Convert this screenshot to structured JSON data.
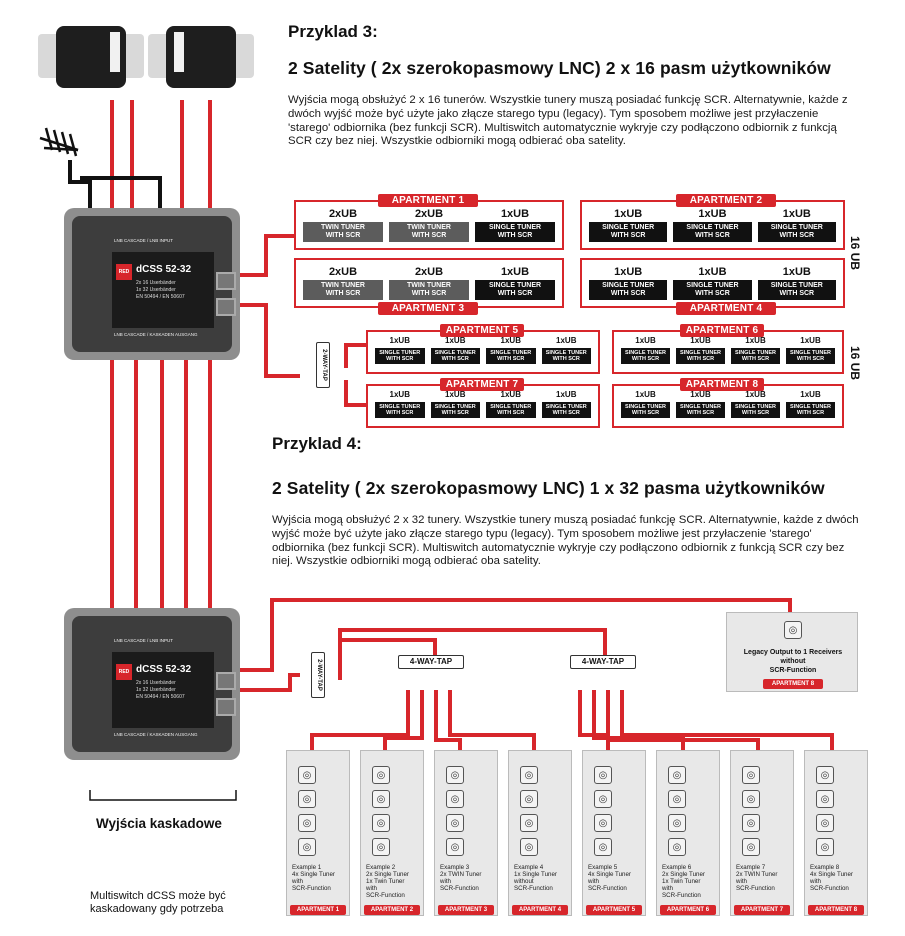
{
  "example3": {
    "heading": "Przyklad 3:",
    "title": "2 Satelity ( 2x szerokopasmowy LNC) 2 x 16 pasm użytkowników",
    "paragraph": [
      "Wyjścia mogą obsłużyć 2 x 16 tunerów. Wszystkie tunery muszą posiadać funkcję SCR. Alternatywnie, każde z",
      "dwóch wyjść może być użyte jako złącze starego typu (legacy). Tym sposobem możliwe jest przyłaczenie",
      "'starego' odbiornika (bez funkcji SCR). Multiswitch automatycznie wykryje czy podłączono odbiornik z funkcją",
      "SCR czy bez niej. Wszystkie odbiorniki mogą odbierać oba satelity."
    ],
    "band_label": "16 UB",
    "apartments": [
      {
        "tag": "APARTMENT 1",
        "cells": [
          {
            "ub": "2xUB",
            "tuner": [
              "TWIN TUNER",
              "WITH SCR"
            ],
            "style": "grey"
          },
          {
            "ub": "2xUB",
            "tuner": [
              "TWIN TUNER",
              "WITH SCR"
            ],
            "style": "grey"
          },
          {
            "ub": "1xUB",
            "tuner": [
              "SINGLE TUNER",
              "WITH SCR"
            ],
            "style": "black"
          }
        ]
      },
      {
        "tag": "APARTMENT 2",
        "cells": [
          {
            "ub": "1xUB",
            "tuner": [
              "SINGLE TUNER",
              "WITH SCR"
            ],
            "style": "black"
          },
          {
            "ub": "1xUB",
            "tuner": [
              "SINGLE TUNER",
              "WITH SCR"
            ],
            "style": "black"
          },
          {
            "ub": "1xUB",
            "tuner": [
              "SINGLE TUNER",
              "WITH SCR"
            ],
            "style": "black"
          }
        ]
      },
      {
        "tag": "APARTMENT 3",
        "cells": [
          {
            "ub": "2xUB",
            "tuner": [
              "TWIN TUNER",
              "WITH SCR"
            ],
            "style": "grey"
          },
          {
            "ub": "2xUB",
            "tuner": [
              "TWIN TUNER",
              "WITH SCR"
            ],
            "style": "grey"
          },
          {
            "ub": "1xUB",
            "tuner": [
              "SINGLE TUNER",
              "WITH SCR"
            ],
            "style": "black"
          }
        ]
      },
      {
        "tag": "APARTMENT 4",
        "cells": [
          {
            "ub": "1xUB",
            "tuner": [
              "SINGLE TUNER",
              "WITH SCR"
            ],
            "style": "black"
          },
          {
            "ub": "1xUB",
            "tuner": [
              "SINGLE TUNER",
              "WITH SCR"
            ],
            "style": "black"
          },
          {
            "ub": "1xUB",
            "tuner": [
              "SINGLE TUNER",
              "WITH  SCR"
            ],
            "style": "black"
          }
        ]
      },
      {
        "tag": "APARTMENT 5",
        "cells": [
          {
            "ub": "1xUB",
            "tuner": [
              "SINGLE TUNER",
              "WITH SCR"
            ],
            "style": "black"
          },
          {
            "ub": "1xUB",
            "tuner": [
              "SINGLE TUNER",
              "WITH SCR"
            ],
            "style": "black"
          },
          {
            "ub": "1xUB",
            "tuner": [
              "SINGLE TUNER",
              "WITH SCR"
            ],
            "style": "black"
          },
          {
            "ub": "1xUB",
            "tuner": [
              "SINGLE TUNER",
              "WITH SCR"
            ],
            "style": "black"
          }
        ]
      },
      {
        "tag": "APARTMENT 6",
        "cells": [
          {
            "ub": "1xUB",
            "tuner": [
              "SINGLE TUNER",
              "WITH SCR"
            ],
            "style": "black"
          },
          {
            "ub": "1xUB",
            "tuner": [
              "SINGLE TUNER",
              "WITH SCR"
            ],
            "style": "black"
          },
          {
            "ub": "1xUB",
            "tuner": [
              "SINGLE TUNER",
              "WITH SCR"
            ],
            "style": "black"
          },
          {
            "ub": "1xUB",
            "tuner": [
              "SINGLE TUNER",
              "WITH SCR"
            ],
            "style": "black"
          }
        ]
      },
      {
        "tag": "APARTMENT 7",
        "cells": [
          {
            "ub": "1xUB",
            "tuner": [
              "SINGLE TUNER",
              "WITH SCR"
            ],
            "style": "black"
          },
          {
            "ub": "1xUB",
            "tuner": [
              "SINGLE TUNER",
              "WITH SCR"
            ],
            "style": "black"
          },
          {
            "ub": "1xUB",
            "tuner": [
              "SINGLE TUNER",
              "WITH SCR"
            ],
            "style": "black"
          },
          {
            "ub": "1xUB",
            "tuner": [
              "SINGLE TUNER",
              "WITH SCR"
            ],
            "style": "black"
          }
        ]
      },
      {
        "tag": "APARTMENT 8",
        "cells": [
          {
            "ub": "1xUB",
            "tuner": [
              "SINGLE TUNER",
              "WITH SCR"
            ],
            "style": "black"
          },
          {
            "ub": "1xUB",
            "tuner": [
              "SINGLE TUNER",
              "WITH SCR"
            ],
            "style": "black"
          },
          {
            "ub": "1xUB",
            "tuner": [
              "SINGLE TUNER",
              "WITH SCR"
            ],
            "style": "black"
          },
          {
            "ub": "1xUB",
            "tuner": [
              "SINGLE TUNER",
              "WITH SCR"
            ],
            "style": "black"
          }
        ]
      }
    ],
    "tap_label": "2-WAY-TAP"
  },
  "example4": {
    "heading": "Przyklad 4:",
    "title": "2 Satelity ( 2x szerokopasmowy LNC) 1 x 32 pasma użytkowników",
    "paragraph": [
      "Wyjścia mogą obsłużyć 2 x 32 tunery. Wszystkie tunery muszą posiadać funkcję SCR. Alternatywnie, każde z dwóch",
      "wyjść może być użyte jako złącze starego typu (legacy). Tym sposobem możliwe jest przyłaczenie 'starego'",
      "odbiornika (bez funkcji SCR). Multiswitch automatycznie wykryje czy podłączono odbiornik z funkcją SCR czy bez",
      "niej. Wszystkie odbiorniki mogą odbierać oba satelity."
    ],
    "tap2_label": "2-WAY-TAP",
    "tap4_label": "4-WAY-TAP",
    "legacy": {
      "text": [
        "Legacy Output to 1 Receivers",
        "without",
        "SCR-Function"
      ],
      "tag": "APARTMENT 8"
    },
    "cards": [
      {
        "text": [
          "Example 1",
          "4x Single Tuner",
          "with",
          "SCR-Function"
        ],
        "tag": "APARTMENT 1"
      },
      {
        "text": [
          "Example  2",
          "2x Single Tuner",
          "1x Twin Tuner",
          "with",
          "SCR-Function"
        ],
        "tag": "APARTMENT 2"
      },
      {
        "text": [
          "Example  3",
          "2x TWIN Tuner",
          "with",
          "SCR-Function"
        ],
        "tag": "APARTMENT 3"
      },
      {
        "text": [
          "Example  4",
          "1x Single Tuner",
          "without",
          "SCR-Function"
        ],
        "tag": "APARTMENT 4"
      },
      {
        "text": [
          "Example 5",
          "4x Single Tuner",
          "with",
          "SCR-Function"
        ],
        "tag": "APARTMENT 5"
      },
      {
        "text": [
          "Example  6",
          "2x Single Tuner",
          "1x Twin Tuner",
          "with",
          "SCR-Function"
        ],
        "tag": "APARTMENT 6"
      },
      {
        "text": [
          "Example 7",
          "2x TWIN Tuner",
          "with",
          "SCR-Function"
        ],
        "tag": "APARTMENT 7"
      },
      {
        "text": [
          "Example 8",
          "4x Single Tuner",
          "with",
          "SCR-Function"
        ],
        "tag": "APARTMENT 8"
      }
    ]
  },
  "device": {
    "brand": "RED",
    "model": "dCSS 52-32",
    "spec_lines": [
      "2x 16 Userbänder",
      "1x 32 Userbänder",
      "EN 50494 / EN 50607"
    ],
    "top_label": "LNB CASCADE / LNB INPUT",
    "bottom_label": "LNB CASCADE / KASKADEN AUSGANG"
  },
  "captions": {
    "cascade": "Wyjścia kaskadowe",
    "note": [
      "Multiswitch dCSS może być",
      "kaskadowany gdy potrzeba"
    ]
  },
  "colors": {
    "accent": "#d7262b",
    "dark": "#111111",
    "grey": "#5c5c5c"
  }
}
